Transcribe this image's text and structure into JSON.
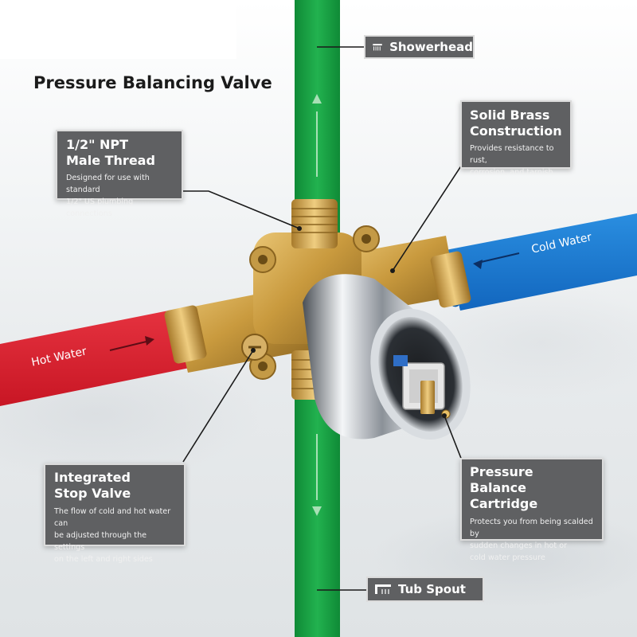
{
  "title": "Pressure Balancing Valve",
  "outlets": {
    "showerhead": {
      "label": "Showerhead",
      "icon": "showerhead-icon"
    },
    "tub_spout": {
      "label": "Tub Spout",
      "icon": "tub-spout-icon"
    }
  },
  "inlets": {
    "hot": {
      "label": "Hot Water",
      "color": "#d8212f"
    },
    "cold": {
      "label": "Cold Water",
      "color": "#1877d3"
    }
  },
  "pipe_color": "#1aa64a",
  "callouts": {
    "thread": {
      "heading_line1": "1/2\" NPT",
      "heading_line2": "Male Thread",
      "desc_line1": "Designed for use with standard",
      "desc_line2": "1/2\" US plumbing connections"
    },
    "brass": {
      "heading_line1": "Solid Brass",
      "heading_line2": "Construction",
      "desc_line1": "Provides resistance to rust,",
      "desc_line2": "corrosion, and tarnish"
    },
    "stop_valve": {
      "heading_line1": "Integrated",
      "heading_line2": "Stop Valve",
      "desc_line1": "The flow of cold and hot water can",
      "desc_line2": "be adjusted through the settings",
      "desc_line3": "on the left and right sides"
    },
    "cartridge": {
      "heading_line1": "Pressure Balance",
      "heading_line2": "Cartridge",
      "desc_line1": "Protects you from being scalded by",
      "desc_line2": "sudden changes in hot or",
      "desc_line3": "cold water pressure"
    }
  }
}
